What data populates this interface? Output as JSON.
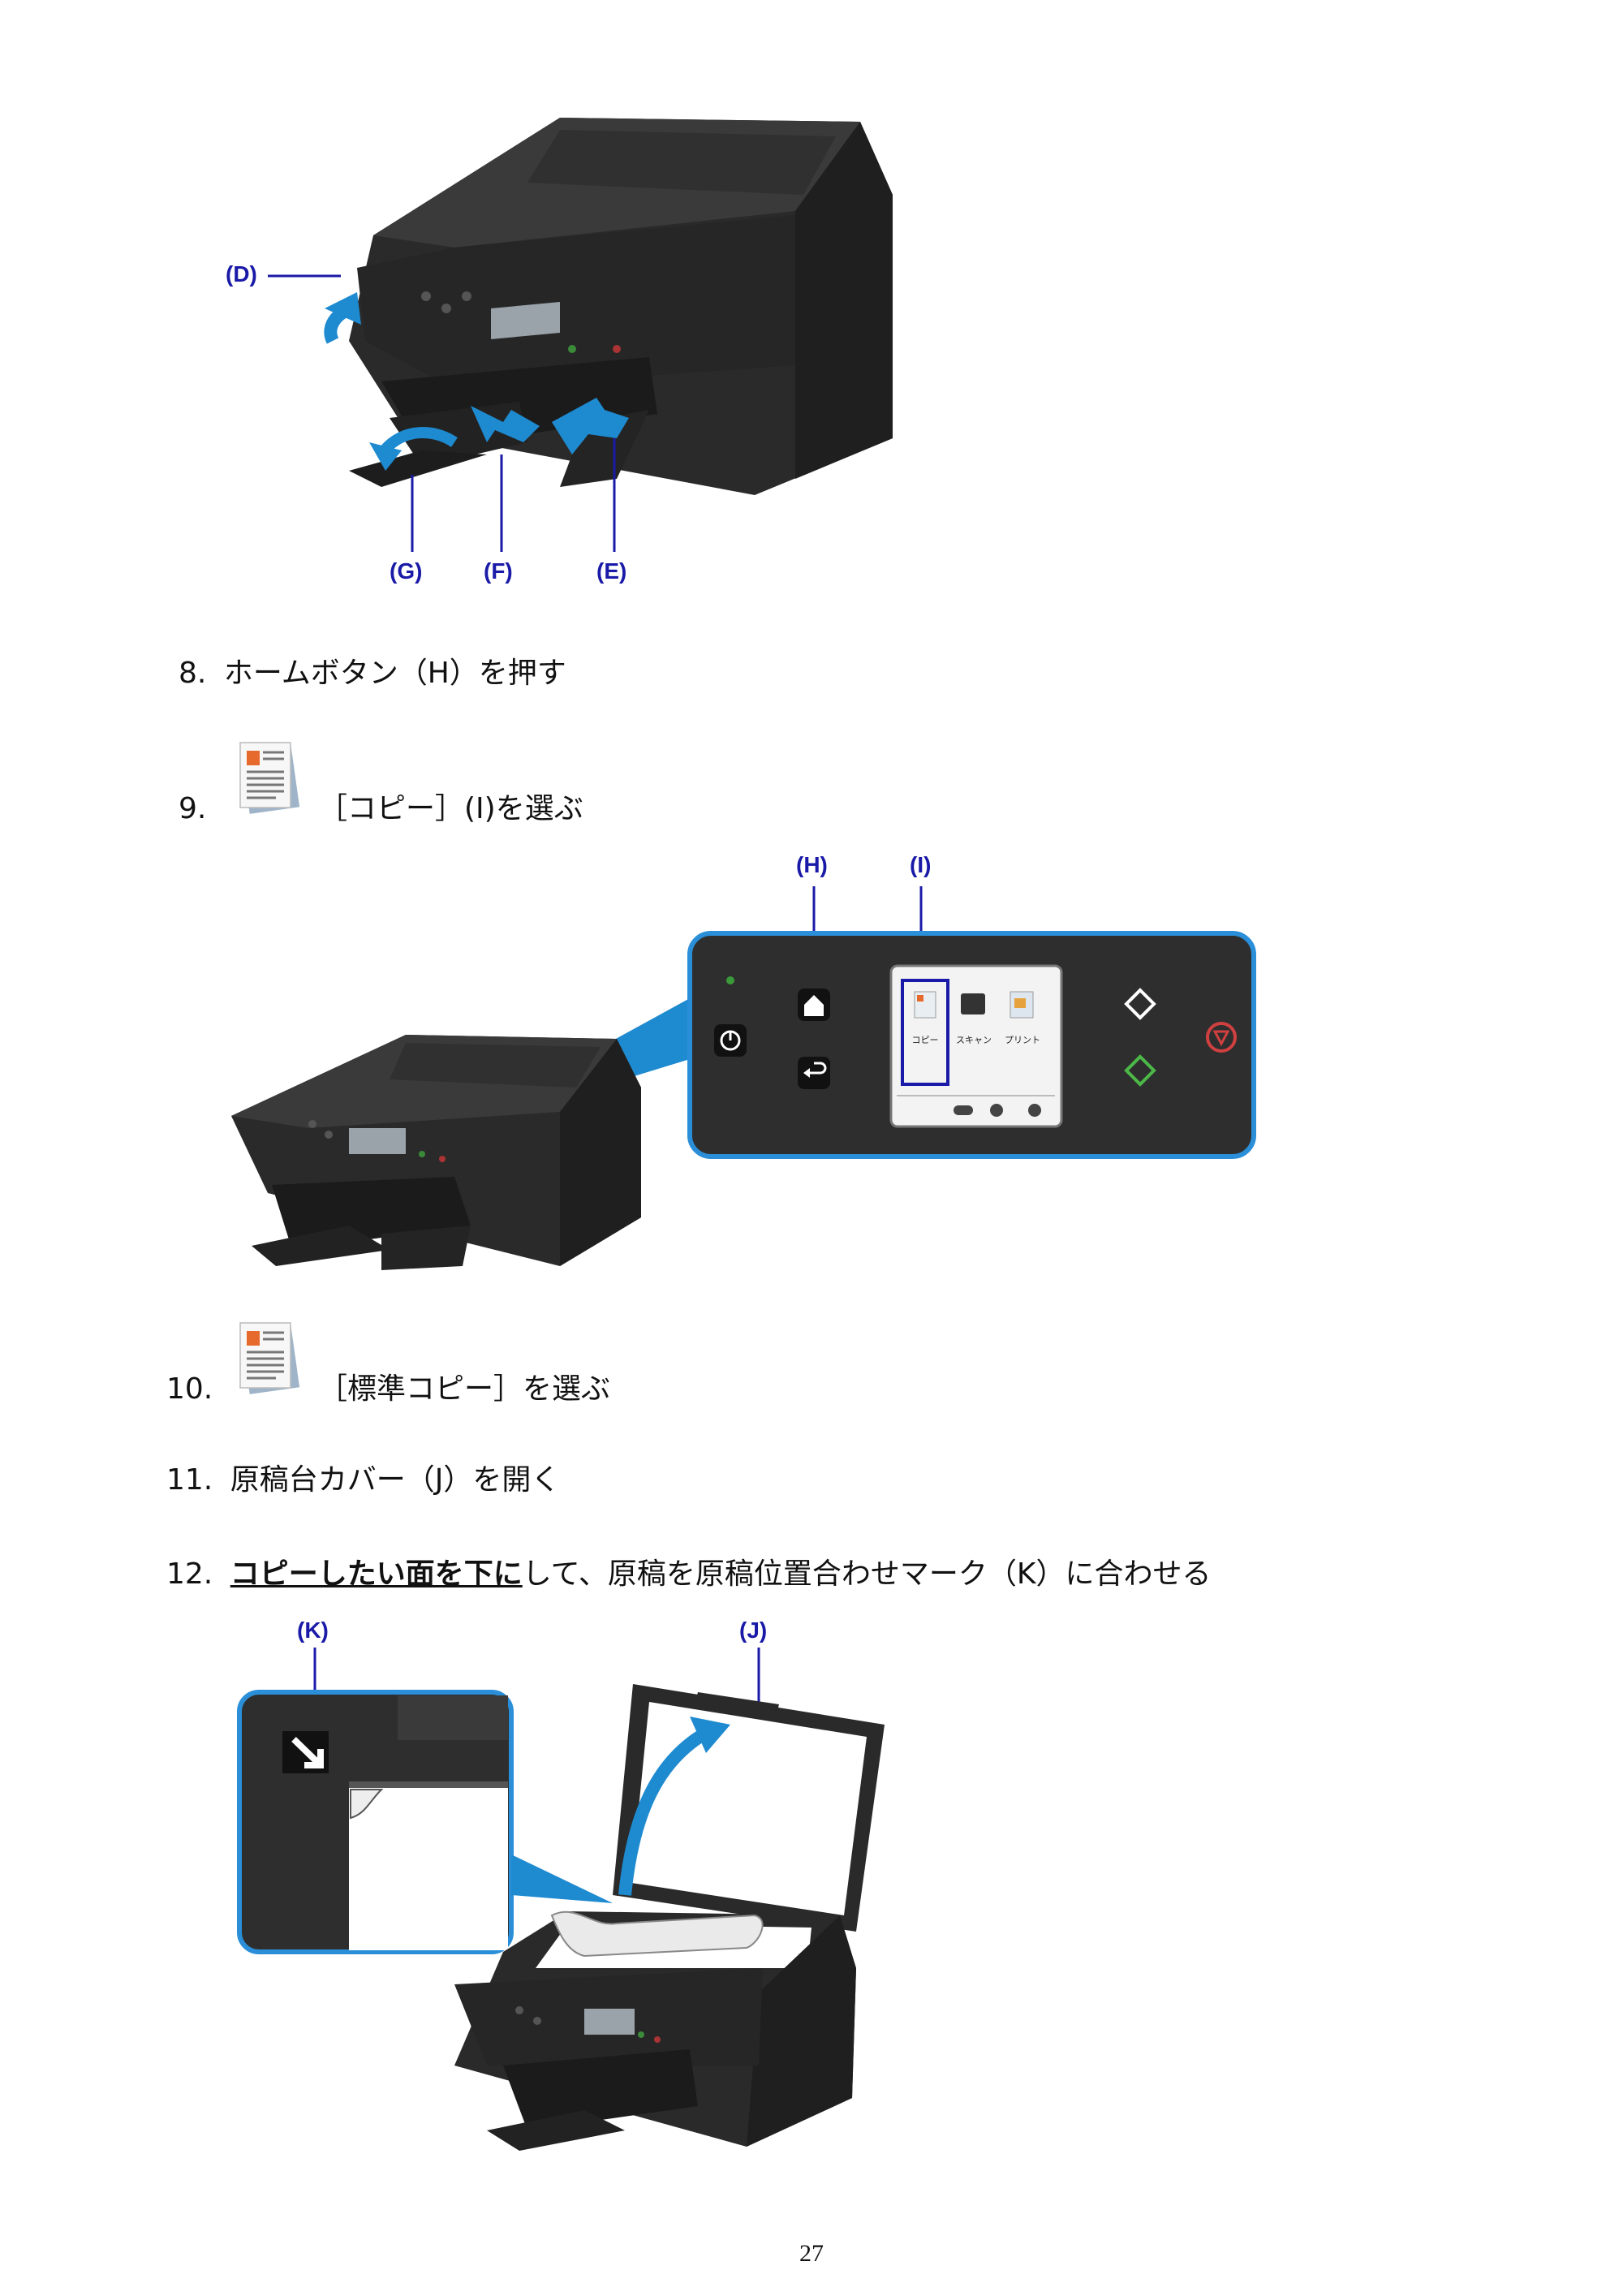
{
  "figure1": {
    "labels": {
      "d": "(D)",
      "g": "(G)",
      "f": "(F)",
      "e": "(E)"
    }
  },
  "steps": {
    "s8": {
      "num": "8.",
      "text": "ホームボタン（H）を押す"
    },
    "s9": {
      "num": "9.",
      "text": "［コピー］(I)を選ぶ",
      "icon": "copy-doc-icon"
    },
    "s10": {
      "num": "10.",
      "text": "［標準コピー］を選ぶ",
      "icon": "copy-doc-icon"
    },
    "s11": {
      "num": "11.",
      "text": "原稿台カバー（J）を開く"
    },
    "s12": {
      "num": "12.",
      "emphasis": "コピーしたい面を下に",
      "text": "して、原稿を原稿位置合わせマーク（K）に合わせる"
    }
  },
  "figure2": {
    "labels": {
      "h": "(H)",
      "i": "(I)"
    },
    "screen": {
      "copy": "コピー",
      "scan": "スキャン",
      "print": "プリント"
    }
  },
  "figure3": {
    "labels": {
      "k": "(K)",
      "j": "(J)"
    }
  },
  "page_number": "27",
  "colors": {
    "callout": "#1a1aa8",
    "accent_blue": "#1e8ad0",
    "panel_border": "#2a8fd8",
    "printer_body": "#2b2b2b"
  }
}
